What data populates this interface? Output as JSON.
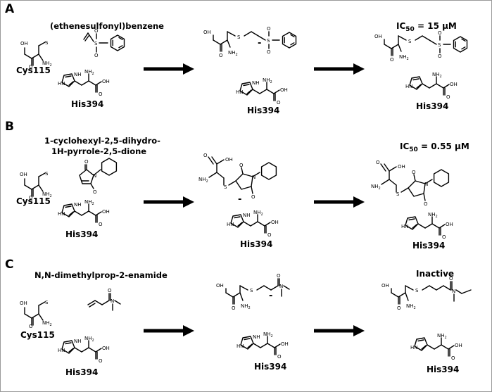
{
  "panels": [
    {
      "letter": "A",
      "compound": "(ethenesulfonyl)benzene",
      "cys": "Cys115",
      "his": [
        "His394",
        "His394",
        "His394"
      ],
      "result_label": "IC",
      "result_sub": "50",
      "result_value": " = 15 μM"
    },
    {
      "letter": "B",
      "compound_line1": "1-cyclohexyl-2,5-dihydro-",
      "compound_line2": "1H-pyrrole-2,5-dione",
      "cys": "Cys115",
      "his": [
        "His394",
        "His394",
        "His394"
      ],
      "result_label": "IC",
      "result_sub": "50",
      "result_value": " = 0.55 μM"
    },
    {
      "letter": "C",
      "compound": "N,N-dimethylprop-2-enamide",
      "cys": "Cys115",
      "his": [
        "His394",
        "His394",
        "His394"
      ],
      "result": "Inactive"
    }
  ],
  "atoms": {
    "oh": "OH",
    "o": "O",
    "nh2": "NH",
    "two": "2",
    "s_minus": "S",
    "s": "S",
    "hn": "HN",
    "nh": "NH",
    "n": "N",
    "minus": "-",
    "dot": "·"
  }
}
